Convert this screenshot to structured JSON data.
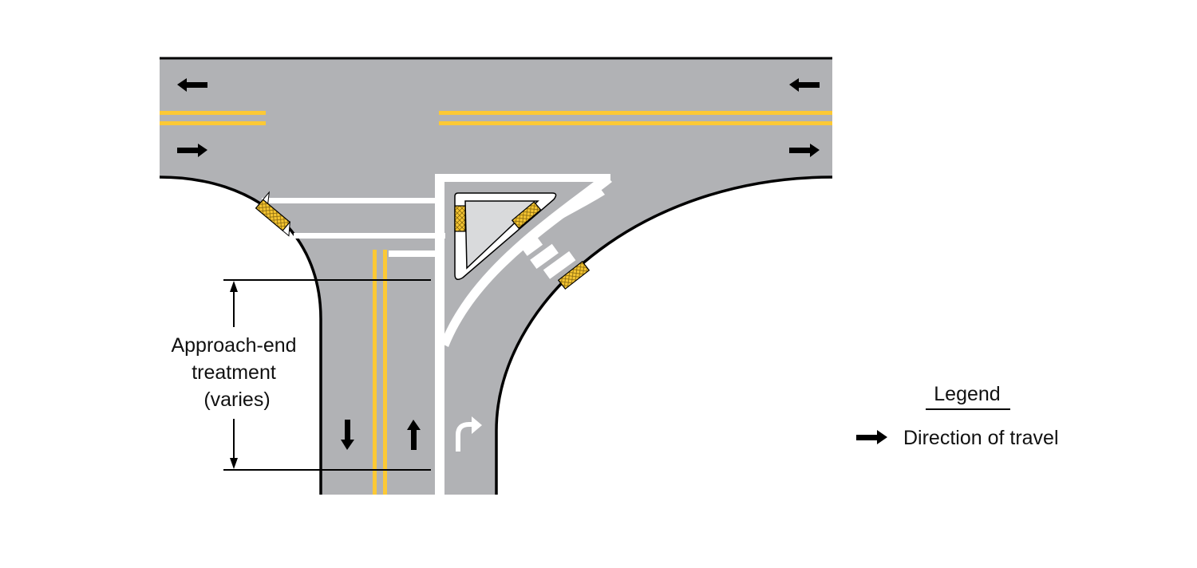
{
  "diagram": {
    "annotation": {
      "line1": "Approach-end",
      "line2": "treatment",
      "line3": "(varies)"
    },
    "legend": {
      "title": "Legend",
      "items": [
        {
          "icon": "arrow-right-icon",
          "label": "Direction of travel"
        }
      ]
    },
    "colors": {
      "road": "#b1b2b5",
      "centerline": "#fcc935",
      "marking": "#ffffff",
      "curb": "#000000",
      "island": "#d9dadc"
    }
  }
}
